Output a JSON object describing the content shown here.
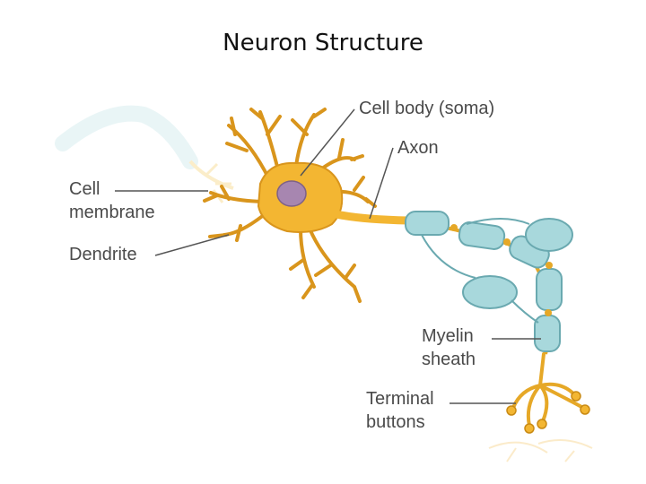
{
  "slide": {
    "title": "Neuron Structure"
  },
  "diagram": {
    "labels": {
      "cell_body": "Cell body (soma)",
      "axon": "Axon",
      "cell_membrane_line1": "Cell",
      "cell_membrane_line2": "membrane",
      "dendrite": "Dendrite",
      "myelin_line1": "Myelin",
      "myelin_line2": "sheath",
      "terminal_line1": "Terminal",
      "terminal_line2": "buttons"
    },
    "colors": {
      "neuron": "#f3b632",
      "neuron_dark": "#c98a14",
      "nucleus": "#a786b0",
      "myelin": "#a8d8dc",
      "myelin_edge": "#6aa9b0",
      "leader_line": "#555555"
    }
  }
}
